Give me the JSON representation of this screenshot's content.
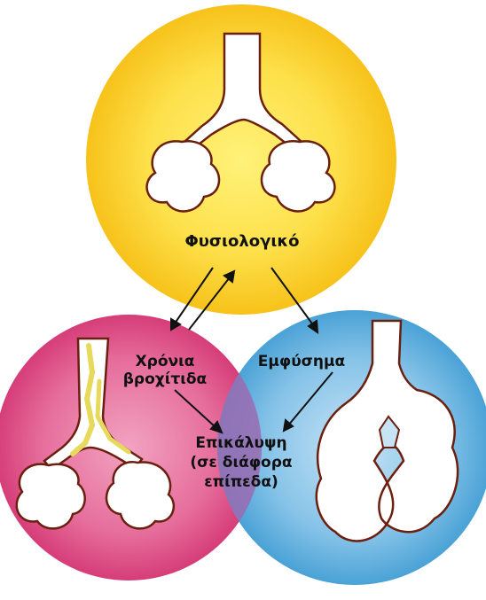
{
  "labels": {
    "normal": "Φυσιολογικό",
    "bronchitis_line1": "Χρόνια",
    "bronchitis_line2": "βροχίτιδα",
    "emphysema": "Εμφύσημα",
    "overlap_line1": "Επικάλυψη",
    "overlap_line2": "(σε διάφορα",
    "overlap_line3": "επίπεδα)"
  },
  "colors": {
    "normal_circle": "#f7c21a",
    "normal_center": "#fff27a",
    "bronchitis_circle": "#d63d78",
    "bronchitis_center": "#f2a3c1",
    "emphysema_circle": "#4aa2d6",
    "emphysema_center": "#c7e4f5",
    "overlap": "#9a6bb2",
    "airway_outline": "#6b1f0f",
    "mucus": "#e7d95a"
  }
}
